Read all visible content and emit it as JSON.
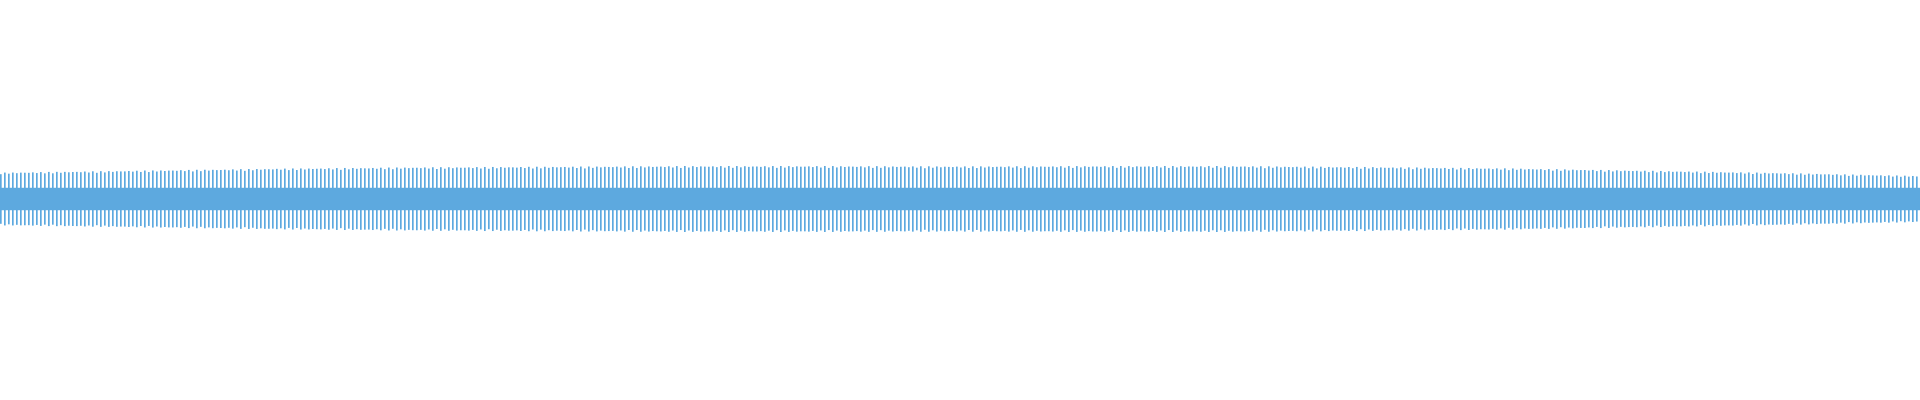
{
  "waveform": {
    "color": "#5DA9DF",
    "background": "#FFFFFF",
    "bar_count": 480,
    "core_band_fraction": 0.34,
    "amplitude_envelope": [
      0.8,
      0.86,
      0.92,
      0.96,
      0.98,
      1.0,
      1.0,
      0.99,
      1.0,
      1.0,
      0.97,
      0.93,
      0.86,
      0.79,
      0.7
    ],
    "icon": "audio-waveform-icon"
  }
}
